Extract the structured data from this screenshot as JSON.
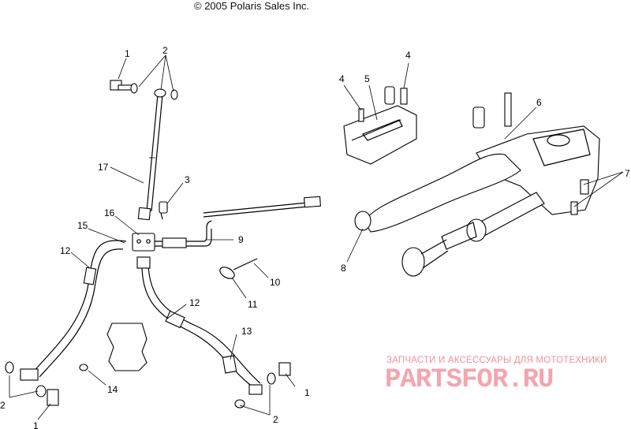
{
  "copyright": "© 2005 Polaris Sales Inc.",
  "watermark": {
    "subtitle": "ЗАПЧАСТИ И АКСЕССУАРЫ ДЛЯ МОТОТЕХНИКИ",
    "brand": "PARTSFOR.RU"
  },
  "callouts": {
    "c1_top": "1",
    "c2_top": "2",
    "c17": "17",
    "c3": "3",
    "c16": "16",
    "c15": "15",
    "c12_left": "12",
    "c9": "9",
    "c10": "10",
    "c11": "11",
    "c12_right": "12",
    "c13": "13",
    "c14": "14",
    "c2_bl": "2",
    "c1_bl": "1",
    "c1_br": "1",
    "c2_br": "2",
    "c4_a": "4",
    "c5": "5",
    "c4_b": "4",
    "c6": "6",
    "c7": "7",
    "c8": "8"
  }
}
